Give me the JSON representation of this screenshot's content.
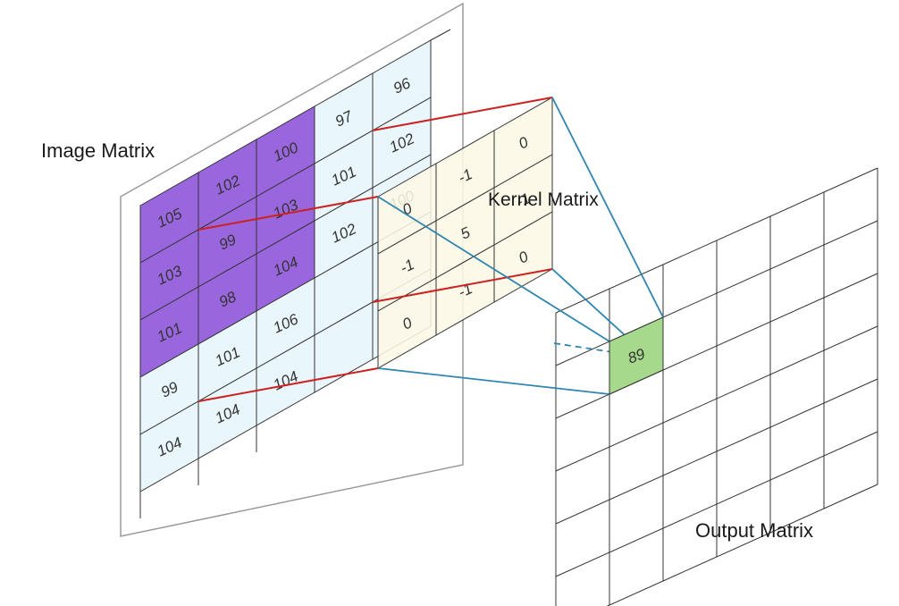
{
  "labels": {
    "image_matrix": "Image Matrix",
    "kernel_matrix": "Kernel Matrix",
    "output_matrix": "Output Matrix"
  },
  "image_matrix": {
    "highlighted_region": {
      "rows": [
        0,
        2
      ],
      "cols": [
        0,
        2
      ]
    },
    "rows": [
      [
        "",
        "",
        "",
        "",
        "96",
        ""
      ],
      [
        "",
        "",
        "",
        "97",
        "",
        ""
      ],
      [
        "",
        "",
        "100",
        "",
        "102",
        ""
      ],
      [
        "",
        "102",
        "",
        "101",
        "",
        ""
      ],
      [
        "105",
        "",
        "103",
        "",
        "100",
        ""
      ],
      [
        "",
        "99",
        "",
        "102",
        "",
        ""
      ],
      [
        "103",
        "",
        "104",
        "",
        "",
        ""
      ],
      [
        "",
        "98",
        "",
        "",
        "",
        ""
      ],
      [
        "101",
        "",
        "106",
        "",
        "",
        ""
      ],
      [
        "",
        "101",
        "",
        "",
        "",
        ""
      ],
      [
        "99",
        "",
        "104",
        "",
        "",
        ""
      ],
      [
        "",
        "104",
        "",
        "",
        "",
        ""
      ],
      [
        "104",
        "",
        "",
        "",
        "",
        ""
      ]
    ],
    "cells": [
      [
        "105",
        "102",
        "100",
        "97",
        "96"
      ],
      [
        "103",
        "99",
        "103",
        "101",
        "102"
      ],
      [
        "101",
        "98",
        "104",
        "102",
        "100"
      ],
      [
        "99",
        "101",
        "106",
        "",
        ""
      ],
      [
        "104",
        "104",
        "104",
        "",
        ""
      ]
    ]
  },
  "kernel_matrix": {
    "cells": [
      [
        "0",
        "-1",
        "0"
      ],
      [
        "-1",
        "5",
        "-1"
      ],
      [
        "0",
        "-1",
        "0"
      ]
    ]
  },
  "output_matrix": {
    "result_value": "89",
    "result_row": 1,
    "result_col": 1
  },
  "colors": {
    "purple": "#9966dd",
    "light_blue": "#e9f6fb",
    "cream": "#fdf8e6",
    "green": "#a6d98c",
    "red": "#cc2222",
    "teal": "#2f86b0",
    "grid": "#333333"
  }
}
